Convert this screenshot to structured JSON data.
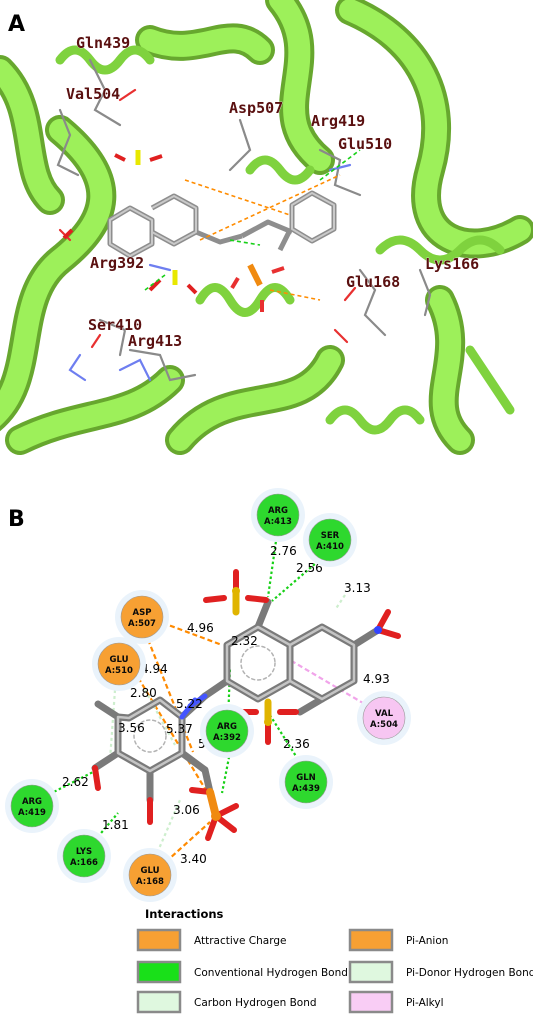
{
  "panels": {
    "a_label": "A",
    "b_label": "B"
  },
  "structure_labels": [
    "Gln439",
    "Val504",
    "Asp507",
    "Arg419",
    "Glu510",
    "Arg392",
    "Lys166",
    "Glu168",
    "Ser410",
    "Arg413"
  ],
  "residues": [
    {
      "top": "ARG",
      "bottom": "A:413",
      "type": "Conventional Hydrogen Bond",
      "color": "#2ed82e"
    },
    {
      "top": "SER",
      "bottom": "A:410",
      "type": "Conventional Hydrogen Bond",
      "color": "#2ed82e"
    },
    {
      "top": "ASP",
      "bottom": "A:507",
      "type": "Attractive Charge",
      "color": "#f7a033"
    },
    {
      "top": "GLU",
      "bottom": "A:510",
      "type": "Attractive Charge",
      "color": "#f7a033"
    },
    {
      "top": "ARG",
      "bottom": "A:392",
      "type": "Conventional Hydrogen Bond",
      "color": "#2ed82e"
    },
    {
      "top": "VAL",
      "bottom": "A:504",
      "type": "Pi-Alkyl",
      "color": "#f7c6f2"
    },
    {
      "top": "GLN",
      "bottom": "A:439",
      "type": "Conventional Hydrogen Bond",
      "color": "#2ed82e"
    },
    {
      "top": "ARG",
      "bottom": "A:419",
      "type": "Conventional Hydrogen Bond",
      "color": "#2ed82e"
    },
    {
      "top": "LYS",
      "bottom": "A:166",
      "type": "Conventional Hydrogen Bond",
      "color": "#2ed82e"
    },
    {
      "top": "GLU",
      "bottom": "A:168",
      "type": "Attractive Charge",
      "color": "#f7a033"
    }
  ],
  "distances": [
    "2.76",
    "2.56",
    "3.13",
    "4.96",
    "2.32",
    "4.94",
    "4.93",
    "2.80",
    "5.22",
    "3.56",
    "5.37",
    "5.09",
    "2.36",
    "2.62",
    "3.06",
    "1.81",
    "3.40"
  ],
  "legend": {
    "title": "Interactions",
    "items": [
      {
        "label": "Attractive Charge",
        "color": "#f7a033"
      },
      {
        "label": "Pi-Anion",
        "color": "#f7a033"
      },
      {
        "label": "Conventional Hydrogen Bond",
        "color": "#19e019"
      },
      {
        "label": "Pi-Donor Hydrogen Bond",
        "color": "#dff8df"
      },
      {
        "label": "Carbon Hydrogen Bond",
        "color": "#dff8df"
      },
      {
        "label": "Pi-Alkyl",
        "color": "#f9cdf5"
      }
    ]
  }
}
